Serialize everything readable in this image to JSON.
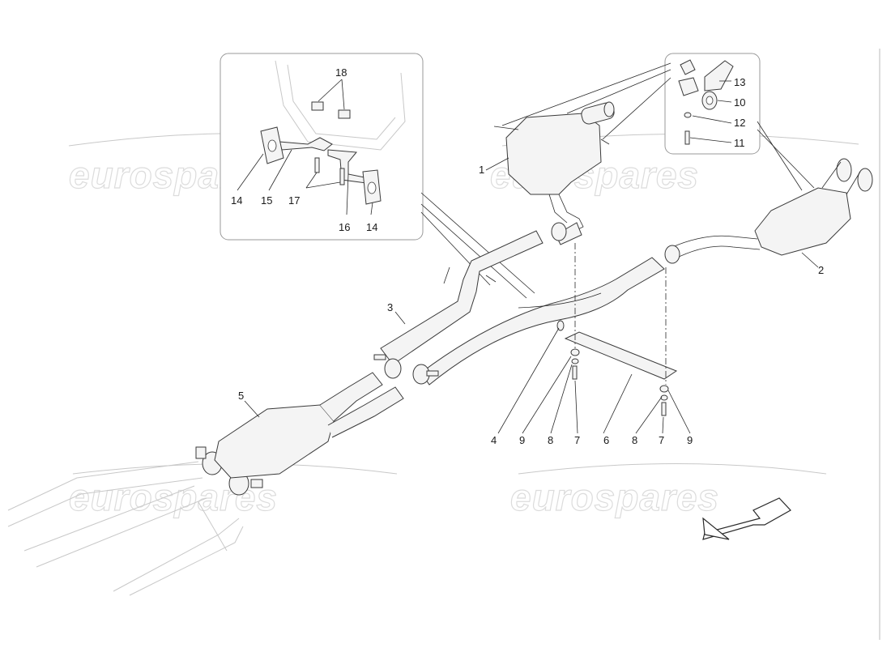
{
  "watermarks": [
    "eurospares",
    "eurospares",
    "eurospares",
    "eurospares"
  ],
  "callouts": {
    "p1": "1",
    "p2": "2",
    "p3": "3",
    "p4": "4",
    "p5": "5",
    "p6": "6",
    "p7a": "7",
    "p7b": "7",
    "p8a": "8",
    "p8b": "8",
    "p9a": "9",
    "p9b": "9",
    "p10": "10",
    "p11": "11",
    "p12": "12",
    "p13": "13",
    "p14a": "14",
    "p14b": "14",
    "p15": "15",
    "p16": "16",
    "p17": "17",
    "p18": "18"
  },
  "colors": {
    "line": "#2a2a2a",
    "part_fill": "#f4f4f4",
    "watermark": "#dcdcdc",
    "inset_border": "#9a9a9a"
  },
  "icons": {
    "direction": "arrow-icon"
  }
}
